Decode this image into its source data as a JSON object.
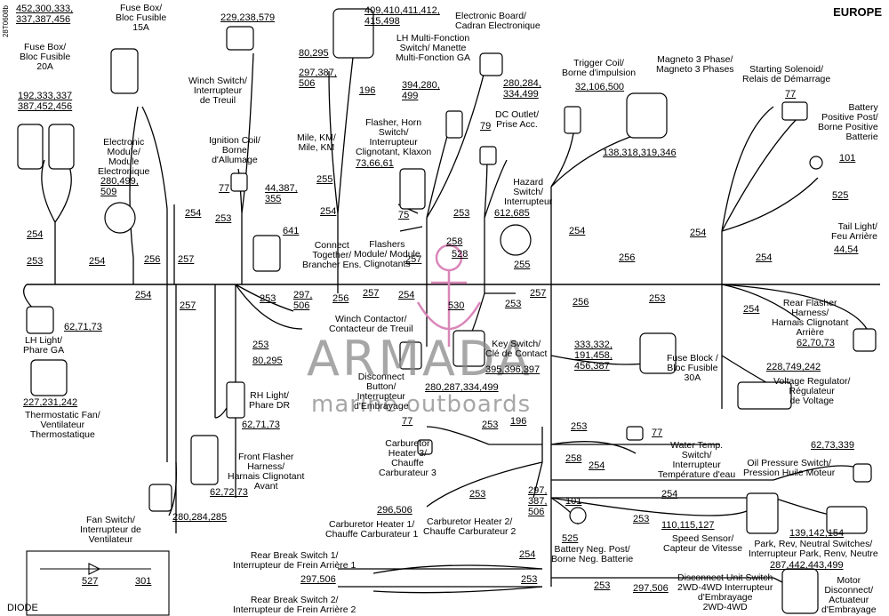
{
  "region": "EUROPE",
  "doc_code": "28T0608b",
  "diode_title": "DIODE",
  "watermark": {
    "brand": "ARMADA",
    "sub": "marine outboards"
  },
  "colors": {
    "watermark_accent": "#d986b8",
    "line": "#000000"
  },
  "labels": {
    "fuse15": "Fuse Box/\nBloc Fusible\n15A",
    "fuse20": "Fuse Box/\nBloc Fusible\n20A",
    "ecm": "Electronic\nModule/\nModule\nElectronique",
    "ignition": "Ignition Coil/\nBorne\nd'Allumage",
    "winch_switch": "Winch Switch/\nInterrupteur\nde Treuil",
    "mile": "Mile, KM/\nMile, KM",
    "board": "Electronic Board/\nCadran Electronique",
    "lh_multi": "LH Multi-Fonction\nSwitch/ Manette\nMulti-Fonction GA",
    "flasher_horn": "Flasher, Horn\nSwitch/\nInterrupteur\nClignotant, Klaxon",
    "dc_outlet": "DC Outlet/\nPrise Acc.",
    "trigger": "Trigger Coil/\nBorne d'impulsion",
    "magneto": "Magneto 3 Phase/\nMagneto 3 Phases",
    "solenoid": "Starting Solenoid/\nRelais de Démarrage",
    "batt_pos": "Battery\nPositive Post/\nBorne Positive\nBatterie",
    "hazard": "Hazard\nSwitch/\nInterrupteur",
    "connect": "Connect\nTogether/\nBrancher Ens.",
    "flashers_mod": "Flashers\nModule/ Module\nClignotants",
    "tail": "Tail Light/\nFeu Arrière",
    "rear_flasher": "Rear Flasher\nHarness/\nHarnais Clignotant\nArrière",
    "lh_light": "LH Light/\nPhare GA",
    "winch_contactor": "Winch Contactor/\nContacteur de Treuil",
    "key_switch": "Key Switch/\nClé de Contact",
    "fuse30": "Fuse Block /\nBloc Fusible\n30A",
    "thermostatic": "Thermostatic Fan/\nVentilateur\nThermostatique",
    "rh_light": "RH Light/\nPhare DR",
    "disconnect_btn": "Disconnect\nButton/\nInterrupteur\nd'Embrayage",
    "voltage_reg": "Voltage Regulator/\nRégulateur\nde Voltage",
    "front_flasher": "Front Flasher\nHarness/\nHarnais Clignotant\nAvant",
    "carb3": "Carburetor\nHeater 3/\nChauffe\nCarburateur 3",
    "water_temp": "Water Temp.\nSwitch/\nInterrupteur\nTempérature d'eau",
    "oil_pressure": "Oil Pressure Switch/\nPression Huile Moteur",
    "fan_switch": "Fan Switch/\nInterrupteur de\nVentilateur",
    "carb1": "Carburetor Heater 1/\nChauffe Carburateur 1",
    "carb2": "Carburetor Heater 2/\nChauffe Carburateur 2",
    "batt_neg": "Battery Neg. Post/\nBorne Neg. Batterie",
    "speed": "Speed Sensor/\nCapteur de Vitesse",
    "park": "Park, Rev, Neutral Switches/\nInterrupteur Park, Renv, Neutre",
    "rear_break1": "Rear Break Switch 1/\nInterrupteur de Frein Arrière 1",
    "rear_break2": "Rear Break Switch 2/\nInterrupteur de Frein Arrière 2",
    "disc_unit": "Disconnect Unit Switch\n2WD-4WD Interrupteur\nd'Embrayage\n2WD-4WD",
    "motor_disc": "Motor\nDisconnect/\nActuateur\nd'Embrayage"
  },
  "numbers": {
    "n1": "452,300,333,\n337,387,456",
    "n2": "229,238,579",
    "n3": "409,410,411,412,\n415,498",
    "n4": "192,333,337\n387,452,456",
    "n5": "80,295",
    "n6": "297,387,\n506",
    "n7": "196",
    "n8": "394,280,\n499",
    "n9": "280,284,\n334,499",
    "n10": "32,106,500",
    "n11": "77",
    "n12": "280,499,\n509",
    "n13": "79",
    "n14": "138,318,319,346",
    "n15": "101",
    "n16": "73,66,61",
    "n17": "77",
    "n18": "44,387,\n355",
    "n19": "255",
    "n20": "525",
    "n21": "254",
    "n22": "253",
    "n23": "641",
    "n24": "254",
    "n25": "75",
    "n26": "253",
    "n27": "612,685",
    "n28": "254",
    "n29": "254",
    "n30": "44,54",
    "n31": "254",
    "n32": "253",
    "n33": "258",
    "n34": "528",
    "n35": "255",
    "n36": "254",
    "n37": "256",
    "n38": "256",
    "n39": "257",
    "n40": "257",
    "n41": "256",
    "n42": "254",
    "n43": "253",
    "n44": "297,\n506",
    "n45": "257",
    "n46": "254",
    "n47": "257",
    "n48": "253",
    "n49": "257",
    "n50": "256",
    "n51": "253",
    "n52": "254",
    "n53": "530",
    "n54": "62,71,73",
    "n55": "62,70,73",
    "n56": "254",
    "n57": "253",
    "n58": "80,295",
    "n59": "395,396,397",
    "n60": "333,332,\n191,458,\n456,387",
    "n61": "228,749,242",
    "n62": "227,231,242",
    "n63": "280,287,334,499",
    "n64": "62,71,73",
    "n65": "77",
    "n66": "253",
    "n67": "196",
    "n68": "253",
    "n69": "77",
    "n70": "62,73,339",
    "n71": "258",
    "n72": "254",
    "n73": "62,72,73",
    "n74": "253",
    "n75": "297,\n387,\n506",
    "n76": "101",
    "n77": "254",
    "n78": "280,284,285",
    "n79": "296,506",
    "n80": "253",
    "n81": "110,115,127",
    "n82": "139,142,154",
    "n83": "525",
    "n84": "254",
    "n85": "287,442,443,499",
    "n86": "527",
    "n87": "301",
    "n88": "297,506",
    "n89": "253",
    "n90": "253",
    "n91": "297,506"
  }
}
